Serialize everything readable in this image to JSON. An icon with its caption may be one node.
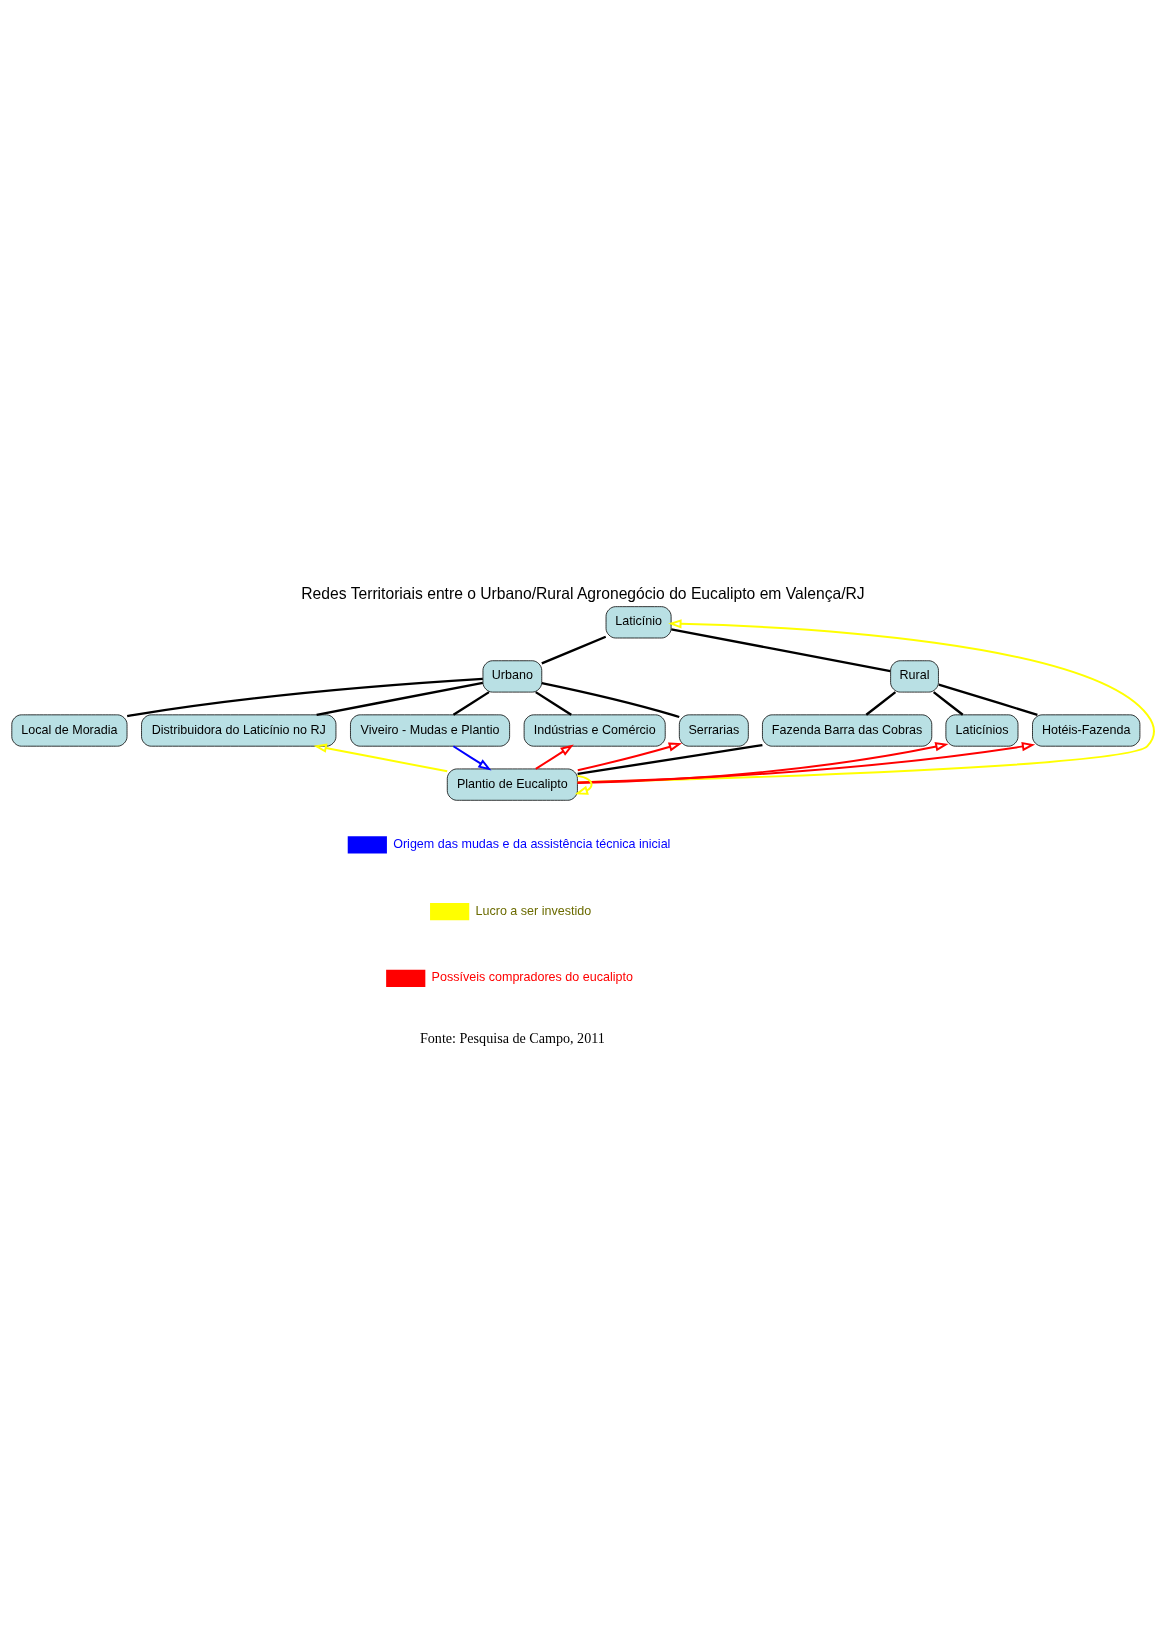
{
  "diagram": {
    "title": "Redes Territoriais entre o Urbano/Rural Agronegócio do Eucalipto em Valença/RJ",
    "caption": "Fonte: Pesquisa de Campo, 2011",
    "nodes": [
      {
        "text": [
          "Laticínio"
        ]
      },
      {
        "text": [
          "Urbano"
        ]
      },
      {
        "text": [
          "Rural"
        ]
      },
      {
        "text": [
          "Local de Moradia"
        ]
      },
      {
        "text": [
          "Distribuidora do Laticínio no RJ"
        ]
      },
      {
        "text": [
          "Viveiro - Mudas e Plantio"
        ]
      },
      {
        "text": [
          "Indústrias e Comércio"
        ]
      },
      {
        "text": [
          "Serrarias"
        ]
      },
      {
        "text": [
          "Fazenda Barra das Cobras"
        ]
      },
      {
        "text": [
          "Laticínios"
        ]
      },
      {
        "text": [
          "Hotéis-Fazenda"
        ]
      },
      {
        "text": [
          "Plantio de Eucalipto"
        ]
      }
    ],
    "edges": [
      {
        "from": 0,
        "to": 1,
        "arrow": "none"
      },
      {
        "from": 0,
        "to": 2,
        "arrow": "none"
      },
      {
        "from": 1,
        "to": 3,
        "arrow": "none"
      },
      {
        "from": 1,
        "to": 4,
        "arrow": "none"
      },
      {
        "from": 1,
        "to": 5,
        "arrow": "none"
      },
      {
        "from": 1,
        "to": 6,
        "arrow": "none"
      },
      {
        "from": 1,
        "to": 7,
        "arrow": "none"
      },
      {
        "from": 2,
        "to": 8,
        "arrow": "none"
      },
      {
        "from": 2,
        "to": 9,
        "arrow": "none"
      },
      {
        "from": 2,
        "to": 10,
        "arrow": "none"
      },
      {
        "from": 8,
        "to": 11,
        "arrow": "none"
      },
      {
        "from": 5,
        "to": 11,
        "arrow": "to",
        "color": "#0000ff"
      },
      {
        "from": 11,
        "to": 0,
        "arrow": "to",
        "color": "#ffff00"
      },
      {
        "from": 11,
        "to": 4,
        "arrow": "to",
        "color": "#ffff00"
      },
      {
        "from": 11,
        "to": 11,
        "arrow": "to",
        "color": "#ffff00"
      },
      {
        "from": 11,
        "to": 6,
        "arrow": "to",
        "color": "#ff0000"
      },
      {
        "from": 11,
        "to": 7,
        "arrow": "to",
        "color": "#ff0000"
      },
      {
        "from": 11,
        "to": 9,
        "arrow": "to",
        "color": "#ff0000"
      },
      {
        "from": 11,
        "to": 10,
        "arrow": "to",
        "color": "#ff0000"
      }
    ],
    "legend": [
      {
        "text": "Origem das mudas e da assistência técnica inicial",
        "color": "#0000ff"
      },
      {
        "text": "Lucro a ser investido",
        "color": "#ffff00"
      },
      {
        "text": "Possíveis compradores do eucalipto",
        "color": "#ff0000"
      }
    ]
  }
}
